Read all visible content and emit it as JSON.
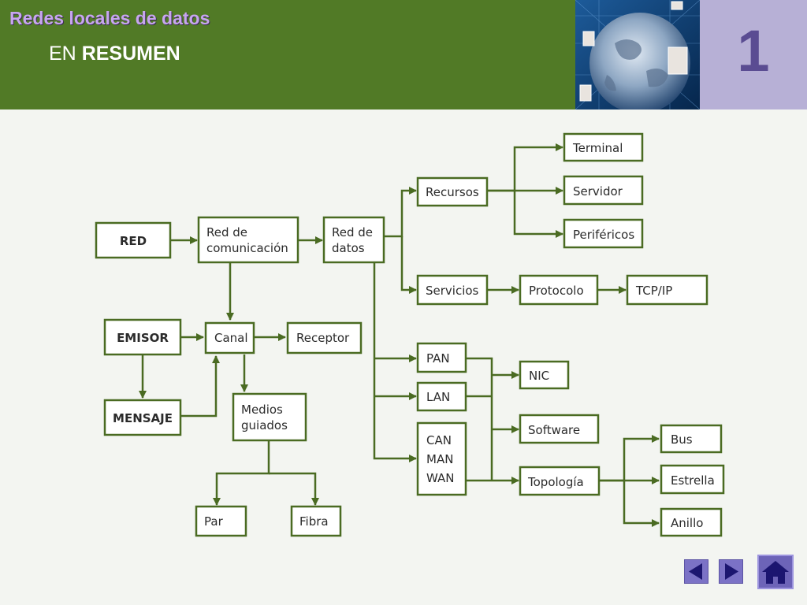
{
  "header": {
    "course_title": "Redes locales de datos",
    "section_prefix": "EN",
    "section_title": "RESUMEN",
    "chapter_number": "1"
  },
  "colors": {
    "header_green": "#517a26",
    "node_border": "#4a6b22",
    "arrow": "#4a6b22",
    "course_title": "#c7a6ee",
    "chapter_box": "#b7b0d6",
    "chapter_number": "#5a4c92",
    "nav_button": "#7b72c6"
  },
  "diagram": {
    "nodes": {
      "red": "RED",
      "red_comunicacion": [
        "Red de",
        "comunicación"
      ],
      "red_datos": [
        "Red de",
        "datos"
      ],
      "recursos": "Recursos",
      "terminal": "Terminal",
      "servidor": "Servidor",
      "perifericos": "Periféricos",
      "servicios": "Servicios",
      "protocolo": "Protocolo",
      "tcpip": "TCP/IP",
      "emisor": "EMISOR",
      "canal": "Canal",
      "receptor": "Receptor",
      "mensaje": "MENSAJE",
      "medios_guiados": [
        "Medios",
        "guiados"
      ],
      "par": "Par",
      "fibra": "Fibra",
      "pan": "PAN",
      "lan": "LAN",
      "can_man_wan": [
        "CAN",
        "MAN",
        "WAN"
      ],
      "nic": "NIC",
      "software": "Software",
      "topologia": "Topología",
      "bus": "Bus",
      "estrella": "Estrella",
      "anillo": "Anillo"
    }
  },
  "navigation": {
    "prev_icon": "triangle-left-icon",
    "next_icon": "triangle-right-icon",
    "home_icon": "home-icon"
  }
}
